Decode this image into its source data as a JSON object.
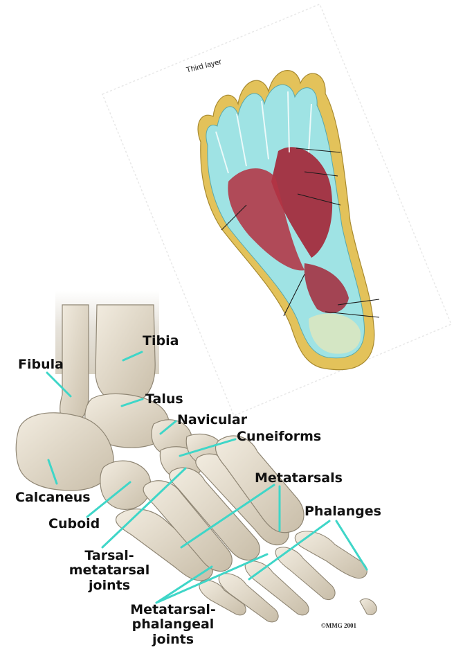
{
  "inset": {
    "title": "Third layer"
  },
  "labels": {
    "tibia": "Tibia",
    "fibula": "Fibula",
    "talus": "Talus",
    "navicular": "Navicular",
    "cuneiforms": "Cuneiforms",
    "metatarsals": "Metatarsals",
    "calcaneus": "Calcaneus",
    "cuboid": "Cuboid",
    "phalanges": "Phalanges",
    "tarsal_metatarsal_line1": "Tarsal-",
    "tarsal_metatarsal_line2": "metatarsal",
    "tarsal_metatarsal_line3": "joints",
    "metatarsal_phalangeal_line1": "Metatarsal-",
    "metatarsal_phalangeal_line2": "phalangeal",
    "metatarsal_phalangeal_line3": "joints"
  },
  "copyright": "©MMG 2001",
  "colors": {
    "leader": "#3fd6c8",
    "bone": "#e4dccb",
    "bone_shadow": "#a89e8c",
    "muscle": "#a3283a",
    "tendon": "#9fe3e4",
    "fat": "#e3c25a"
  }
}
